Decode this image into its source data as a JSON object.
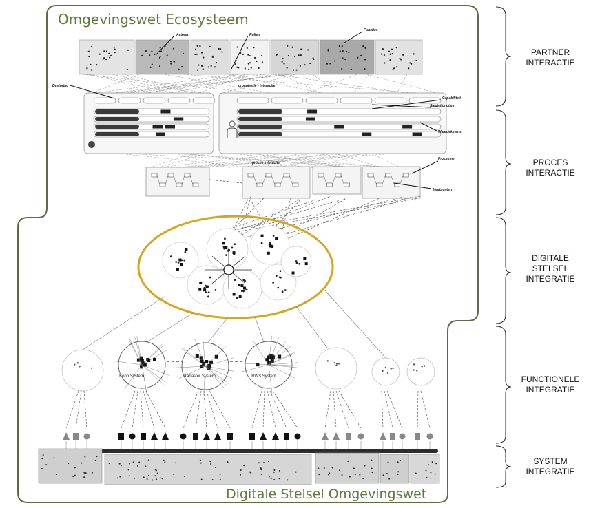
{
  "titles": {
    "ecosystem": "Omgevingswet Ecosysteem",
    "stelsel": "Digitale Stelsel Omgevingswet"
  },
  "bands": [
    {
      "line1": "PARTNER",
      "line2": "INTERACTIE"
    },
    {
      "line1": "PROCES",
      "line2": "INTERACTIE"
    },
    {
      "line1": "DIGITALE",
      "line2": "STELSEL",
      "line3": "INTEGRATIE"
    },
    {
      "line1": "FUNCTIONELE",
      "line2": "INTEGRATIE"
    },
    {
      "line1": "SYSTEM",
      "line2": "INTEGRATIE"
    }
  ],
  "callouts": {
    "actoren": "Actoren",
    "rollen": "Rollen",
    "functies": "Functies",
    "besturing": "Besturing",
    "sleutelfuncties": "Sleutelfuncties",
    "capabiliteit": "Capabiliteit",
    "waardeketens": "Waardeketens",
    "processen": "Processen",
    "meetpunten": "Meetpunten",
    "organisatie_interactie": "organisatie - interactie",
    "proces_interactie": "proces interactie"
  },
  "systems": {
    "koop": "Koop System",
    "kadaster": "Kadaster System",
    "rws": "RWS System"
  },
  "colors": {
    "frame": "#5f6b44",
    "title": "#5f7a3a",
    "ellipse": "#d8a41c",
    "bar": "#2c2c2c"
  }
}
